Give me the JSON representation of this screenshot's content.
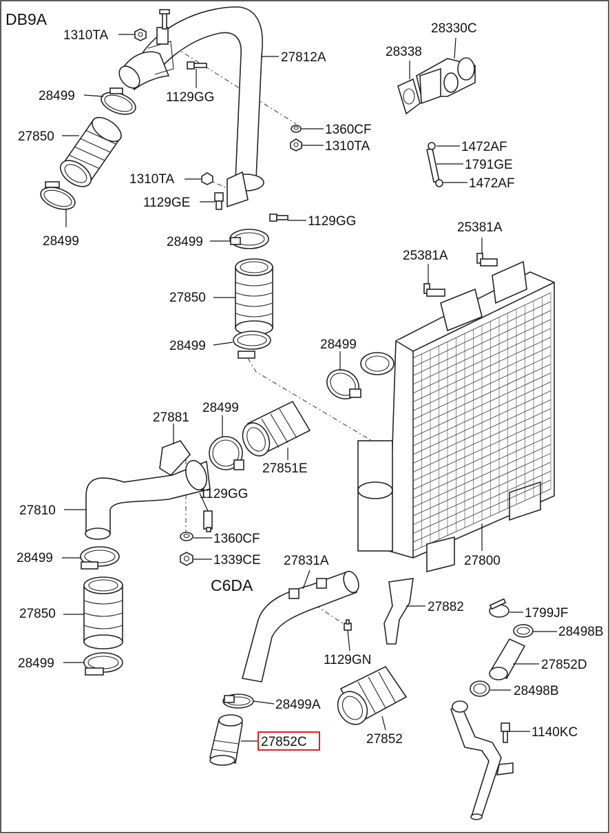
{
  "diagram": {
    "section_top": "DB9A",
    "section_mid": "C6DA",
    "highlighted_part": "27852C",
    "highlight_color": "#e02020"
  },
  "labels": [
    {
      "id": "l1",
      "text": "1310TA"
    },
    {
      "id": "l2",
      "text": "27812A"
    },
    {
      "id": "l3",
      "text": "28499"
    },
    {
      "id": "l4",
      "text": "1129GG"
    },
    {
      "id": "l5",
      "text": "27850"
    },
    {
      "id": "l6",
      "text": "28499"
    },
    {
      "id": "l7",
      "text": "28330C"
    },
    {
      "id": "l8",
      "text": "28338"
    },
    {
      "id": "l9",
      "text": "1360CF"
    },
    {
      "id": "l10",
      "text": "1310TA"
    },
    {
      "id": "l11",
      "text": "1472AF"
    },
    {
      "id": "l12",
      "text": "1791GE"
    },
    {
      "id": "l13",
      "text": "1472AF"
    },
    {
      "id": "l14",
      "text": "1310TA"
    },
    {
      "id": "l15",
      "text": "1129GE"
    },
    {
      "id": "l16",
      "text": "1129GG"
    },
    {
      "id": "l17",
      "text": "28499"
    },
    {
      "id": "l18",
      "text": "25381A"
    },
    {
      "id": "l19",
      "text": "25381A"
    },
    {
      "id": "l20",
      "text": "27850"
    },
    {
      "id": "l21",
      "text": "28499"
    },
    {
      "id": "l22",
      "text": "28499"
    },
    {
      "id": "l23",
      "text": "27881"
    },
    {
      "id": "l24",
      "text": "28499"
    },
    {
      "id": "l25",
      "text": "27851E"
    },
    {
      "id": "l26",
      "text": "1129GG"
    },
    {
      "id": "l27",
      "text": "27810"
    },
    {
      "id": "l28",
      "text": "1360CF"
    },
    {
      "id": "l29",
      "text": "28499"
    },
    {
      "id": "l30",
      "text": "1339CE"
    },
    {
      "id": "l31",
      "text": "27831A"
    },
    {
      "id": "l32",
      "text": "27800"
    },
    {
      "id": "l33",
      "text": "27850"
    },
    {
      "id": "l34",
      "text": "27882"
    },
    {
      "id": "l35",
      "text": "1799JF"
    },
    {
      "id": "l36",
      "text": "28498B"
    },
    {
      "id": "l37",
      "text": "28499"
    },
    {
      "id": "l38",
      "text": "1129GN"
    },
    {
      "id": "l39",
      "text": "27852D"
    },
    {
      "id": "l40",
      "text": "28499A"
    },
    {
      "id": "l41",
      "text": "28498B"
    },
    {
      "id": "l42",
      "text": "1140KC"
    },
    {
      "id": "l43",
      "text": "27852"
    },
    {
      "id": "l44",
      "text": "27852C"
    }
  ]
}
